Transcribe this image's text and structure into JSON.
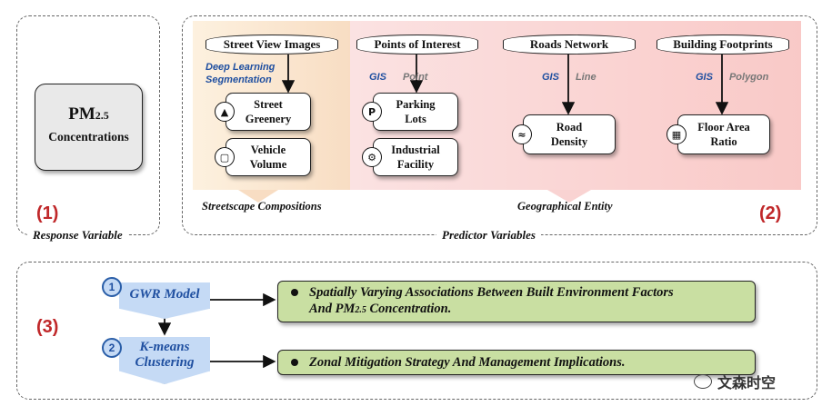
{
  "response_panel": {
    "pm_main": "PM",
    "pm_sub": "2.5",
    "concentrations": "Concentrations",
    "marker": "(1)",
    "caption": "Response Variable"
  },
  "predictor_panel": {
    "marker": "(2)",
    "caption": "Predictor Variables",
    "zone_labels": {
      "streetscape": "Streetscape Compositions",
      "geographical": "Geographical Entity"
    },
    "sources": {
      "street_view": "Street View Images",
      "poi": "Points of Interest",
      "roads": "Roads Network",
      "buildings": "Building Footprints"
    },
    "methods": {
      "deep_learning": "Deep Learning",
      "segmentation": "Segmentation",
      "gis": "GIS",
      "point": "Point",
      "line": "Line",
      "polygon": "Polygon"
    },
    "features": {
      "street_greenery": [
        "Street",
        "Greenery"
      ],
      "vehicle_volume": [
        "Vehicle",
        "Volume"
      ],
      "parking_lots": [
        "Parking",
        "Lots"
      ],
      "industrial_facility": [
        "Industrial",
        "Facility"
      ],
      "road_density": [
        "Road",
        "Density"
      ],
      "floor_area_ratio": [
        "Floor Area",
        "Ratio"
      ]
    }
  },
  "analysis_panel": {
    "marker": "(3)",
    "step1": {
      "number": "1",
      "label": "GWR Model"
    },
    "step2": {
      "number": "2",
      "label_line1": "K-means",
      "label_line2": "Clustering"
    },
    "result1": {
      "line1": "Spatially Varying Associations Between Built Environment Factors",
      "line2_main": "And PM",
      "line2_sub": "2.5",
      "line2_end": " Concentration."
    },
    "result2": "Zonal Mitigation Strategy And Management Implications."
  },
  "watermark": "文森时空",
  "colors": {
    "marker_red": "#c0282a",
    "method_blue": "#1f4fa0",
    "result_green": "#c9dfa2",
    "step_blue": "#c5daf5"
  }
}
